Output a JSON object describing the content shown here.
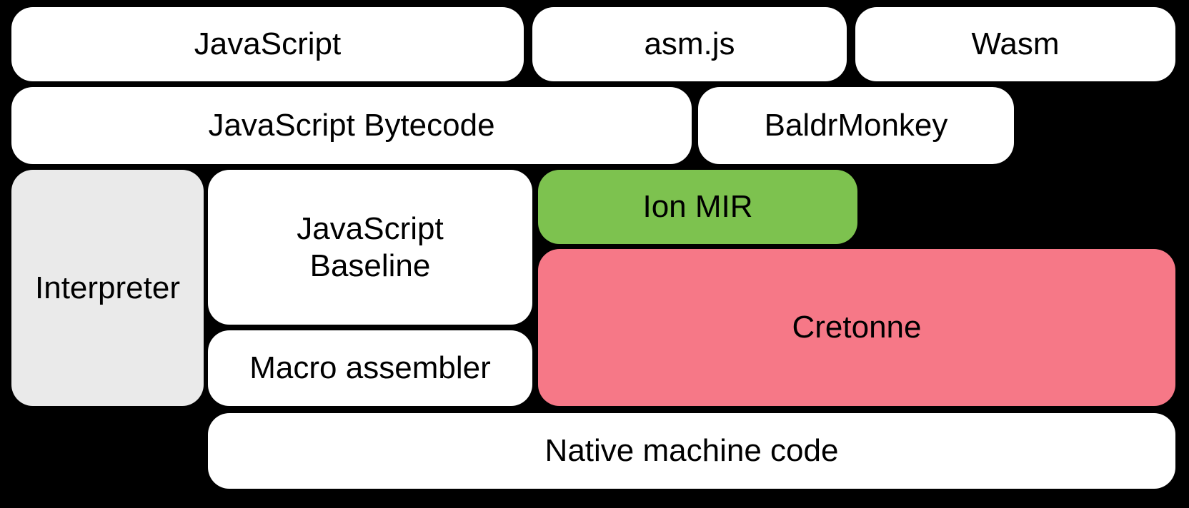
{
  "diagram": {
    "description": "Compiler pipeline block diagram on black background",
    "colors": {
      "background": "#000000",
      "box_default": "#FFFFFF",
      "interpreter_gray": "#EAEAEA",
      "ion_green": "#7DC24F",
      "cretonne_pink": "#F67887",
      "text": "#000000"
    },
    "nodes": [
      {
        "id": "javascript",
        "label": "JavaScript",
        "color": "#FFFFFF"
      },
      {
        "id": "asmjs",
        "label": "asm.js",
        "color": "#FFFFFF"
      },
      {
        "id": "wasm",
        "label": "Wasm",
        "color": "#FFFFFF"
      },
      {
        "id": "javascript-bytecode",
        "label": "JavaScript Bytecode",
        "color": "#FFFFFF"
      },
      {
        "id": "baldrmonkey",
        "label": "BaldrMonkey",
        "color": "#FFFFFF"
      },
      {
        "id": "interpreter",
        "label": "Interpreter",
        "color": "#EAEAEA"
      },
      {
        "id": "javascript-baseline",
        "label": "JavaScript\nBaseline",
        "color": "#FFFFFF"
      },
      {
        "id": "ion-mir",
        "label": "Ion MIR",
        "color": "#7DC24F"
      },
      {
        "id": "cretonne",
        "label": "Cretonne",
        "color": "#F67887"
      },
      {
        "id": "macro-assembler",
        "label": "Macro assembler",
        "color": "#FFFFFF"
      },
      {
        "id": "native-machine-code",
        "label": "Native machine code",
        "color": "#FFFFFF"
      }
    ]
  }
}
